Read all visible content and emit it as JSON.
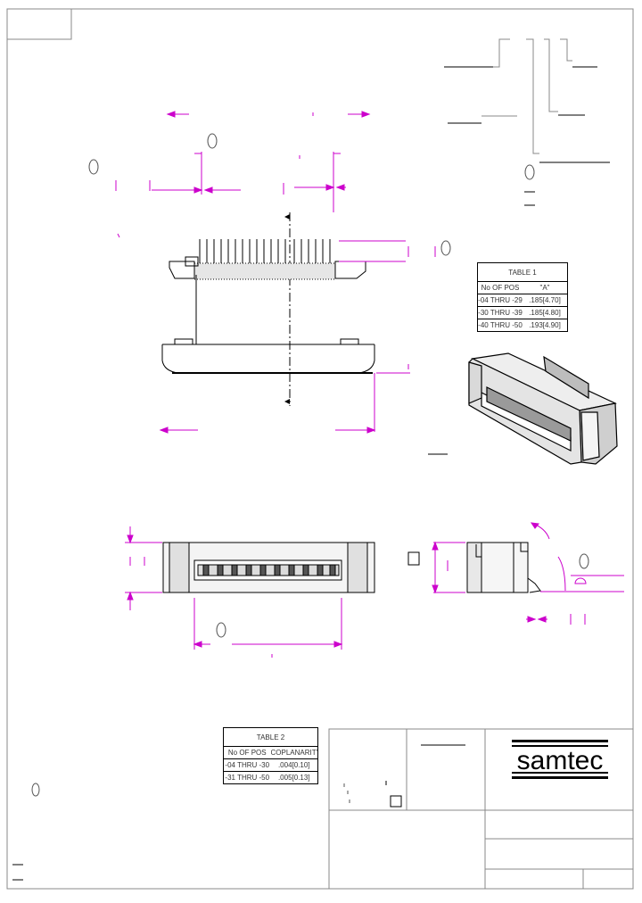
{
  "table1": {
    "title": "TABLE 1",
    "headers": [
      "No OF POS",
      "\"A\""
    ],
    "rows": [
      [
        "-04 THRU -29",
        ".185[4.70]"
      ],
      [
        "-30 THRU -39",
        ".185[4.80]"
      ],
      [
        "-40 THRU -50",
        ".193[4.90]"
      ]
    ]
  },
  "table2": {
    "title": "TABLE 2",
    "headers": [
      "No OF POS",
      "COPLANARITY"
    ],
    "rows": [
      [
        "-04 THRU -30",
        ".004[0.10]"
      ],
      [
        "-31 THRU -50",
        ".005[0.13]"
      ]
    ]
  },
  "logo": {
    "text": "samtec",
    "color": "#000000"
  },
  "colors": {
    "dimension": "#cc00cc",
    "outline": "#000000",
    "body_shade": "#d8d8d8"
  }
}
